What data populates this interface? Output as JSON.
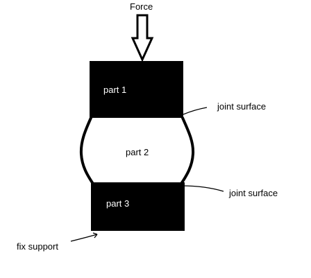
{
  "diagram": {
    "labels": {
      "force": "Force",
      "part1": "part 1",
      "part2": "part 2",
      "part3": "part 3",
      "joint_top": "joint surface",
      "joint_bottom": "joint surface",
      "fix_support": "fix support"
    },
    "colors": {
      "block": "#000000",
      "block_text": "#ffffff",
      "text": "#000000",
      "background": "#ffffff"
    }
  }
}
